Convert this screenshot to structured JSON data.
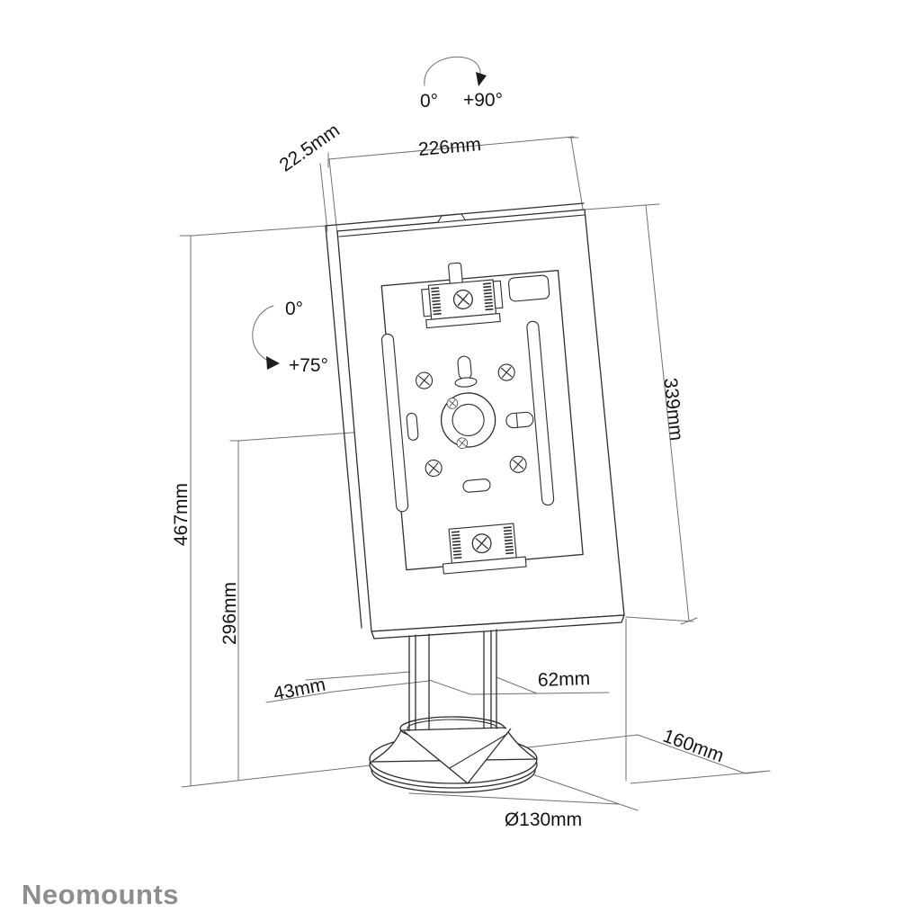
{
  "page": {
    "background": "#ffffff"
  },
  "logo": {
    "text": "Neomounts",
    "color": "#8e8e8e"
  },
  "annotations": {
    "tilt_arc_top": {
      "from_label": "0°",
      "to_label": "+90°"
    },
    "tilt_arc_side": {
      "from_label": "0°",
      "to_label": "+75°"
    }
  },
  "dimensions": {
    "top_edge_offset": "22.5mm",
    "enclosure_width": "226mm",
    "enclosure_height": "339mm",
    "total_height": "467mm",
    "center_height": "296mm",
    "column_depth": "43mm",
    "column_width": "62mm",
    "footprint_depth": "160mm",
    "base_diameter": "Ø130mm"
  },
  "colors": {
    "outline": "#2d2d2d",
    "dimension_line": "#707070",
    "label_text": "#141414"
  }
}
